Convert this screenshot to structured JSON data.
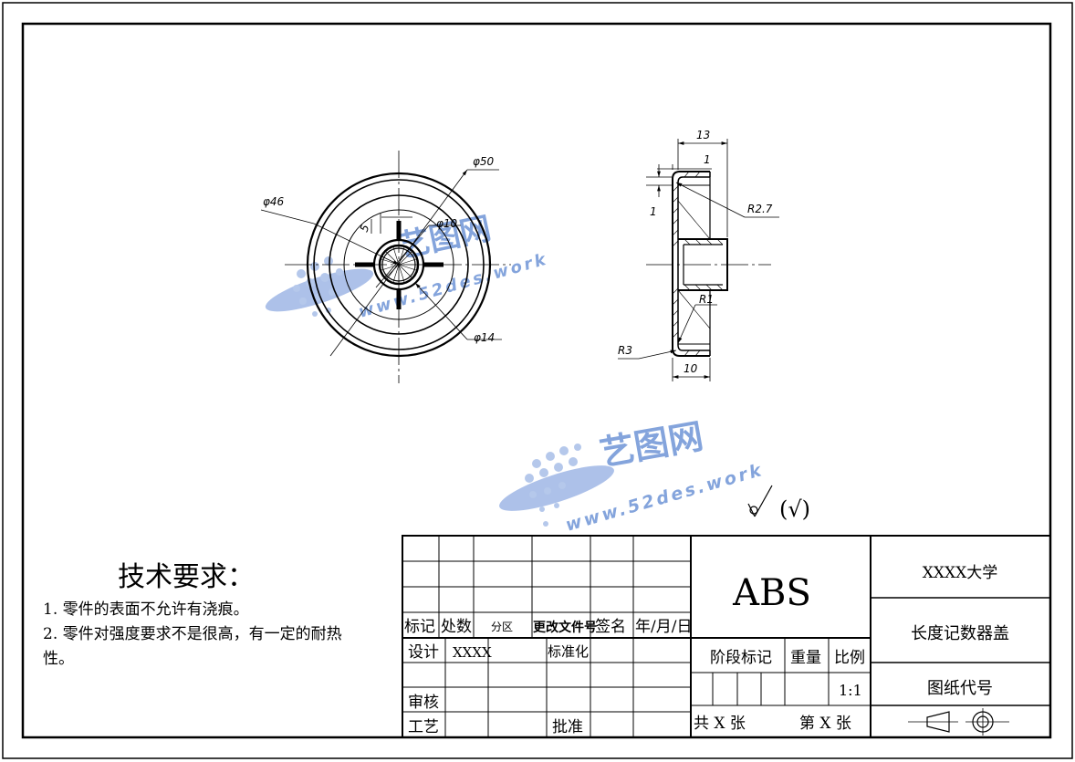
{
  "dimensions": {
    "d50": "φ50",
    "d46": "φ46",
    "d10": "φ10",
    "d14": "φ14",
    "five": "5",
    "w13": "13",
    "w1": "1",
    "h1": "1",
    "r27": "R2.7",
    "r1": "R1",
    "r3": "R3",
    "w10": "10"
  },
  "roughness": "(√)",
  "watermark": {
    "brand": "艺图网",
    "url": "www.52des.work"
  },
  "technical_requirements": {
    "title": "技术要求：",
    "items": [
      "1. 零件的表面不允许有浇痕。",
      "2. 零件对强度要求不是很高，有一定的耐热",
      "性。"
    ]
  },
  "title_block": {
    "material": "ABS",
    "school": "XXXX大学",
    "part_name": "长度记数器盖",
    "drawing_code_label": "图纸代号",
    "stage_mark": "阶段标记",
    "weight": "重量",
    "scale_label": "比例",
    "scale_value": "1:1",
    "sheet_total": "共  X  张",
    "sheet_no": "第  X  张",
    "mark": "标记",
    "count": "处数",
    "zone": "分区",
    "change_doc": "更改文件号",
    "signature": "签名",
    "date": "年/月/日",
    "design": "设计",
    "designer": "XXXX",
    "standardize": "标准化",
    "review": "审核",
    "process": "工艺",
    "approve": "批准"
  }
}
